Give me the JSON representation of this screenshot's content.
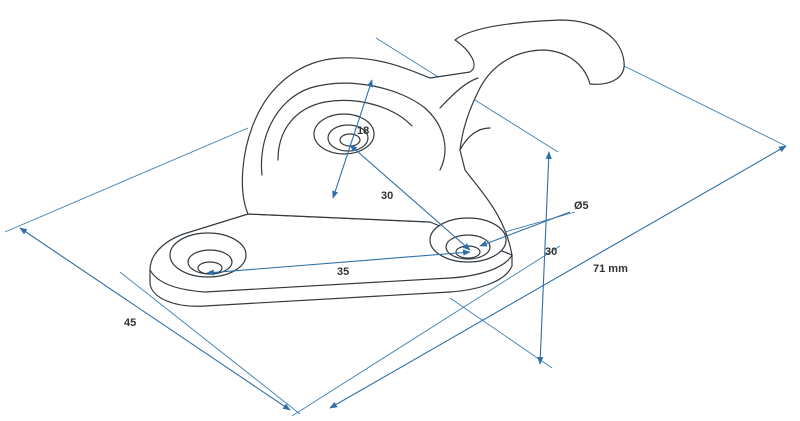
{
  "dimensions": {
    "hole_diameter": "18",
    "pitch_diagonal": "30",
    "screw_hole": "Ø5",
    "height_side": "30",
    "length_total": "71 mm",
    "hole_spacing": "35",
    "base_width": "45"
  },
  "colors": {
    "dimension_line": "#2f6fa8",
    "outline": "#333a40"
  }
}
